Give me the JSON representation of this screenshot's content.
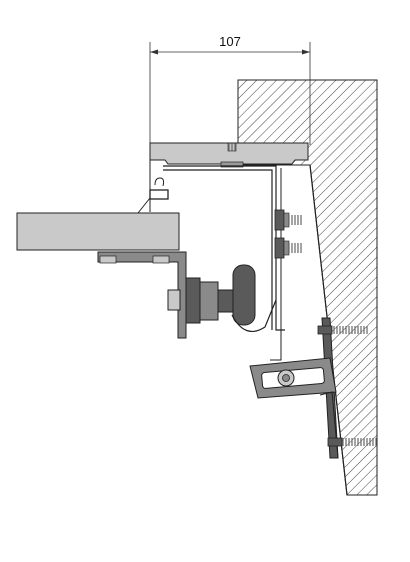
{
  "dimension": {
    "value_text": "107"
  },
  "colors": {
    "metal_fill": "#c9c9c9",
    "metal_dark": "#5a5a5a",
    "metal_mid": "#8a8a8a",
    "outline": "#222222",
    "hatch": "#444444",
    "background": "#ffffff"
  },
  "icons": {
    "anchor_bolt": "threaded-screw",
    "clip": "spring-clip"
  }
}
